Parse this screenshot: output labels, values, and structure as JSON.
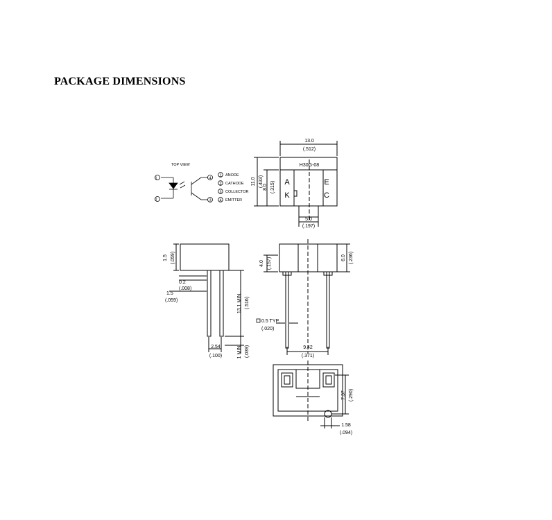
{
  "document": {
    "heading": "PACKAGE DIMENSIONS"
  },
  "schematic": {
    "title": "TOP VIEW",
    "pin_numbers": [
      "1",
      "2",
      "3",
      "4"
    ],
    "pin_names": [
      "ANODE",
      "CATHODE",
      "COLLECTOR",
      "EMITTER"
    ]
  },
  "top_view": {
    "part_number": "H30G-08",
    "width_mm": "13.0",
    "width_in": "(.512)",
    "height_mm": "11.0",
    "height_in": "(.433)",
    "inner_height_mm": "8.0",
    "inner_height_in": "(.315)",
    "slot_mm": "5.0",
    "slot_in": "(.197)",
    "label_a": "A",
    "label_k": "K",
    "label_e": "E",
    "label_c": "C"
  },
  "side_view": {
    "body_height_mm": "1.5",
    "body_height_in": "(.059)",
    "lead_thickness_mm": "0.2",
    "lead_thickness_in": "(.008)",
    "lead_width_mm": "1.5",
    "lead_width_in": "(.059)",
    "lead_length_mm": "13.1 MIN.",
    "lead_length_in": "(.516)",
    "pitch_mm": "2.54",
    "pitch_in": "(.100)",
    "standoff_mm": "1 MIN.",
    "standoff_in": "(.039)"
  },
  "front_view": {
    "height_mm": "4.0",
    "height_in": "(.157)",
    "height2_mm": "6.0",
    "height2_in": "(.236)",
    "lead_sq_mm": "0.5 TYP.",
    "lead_sq_in": "(.020)",
    "lead_span_mm": "9.42",
    "lead_span_in": "(.371)"
  },
  "bottom_view": {
    "depth_mm": "7.37",
    "depth_in": "(.290)",
    "hole_mm": "1.58",
    "hole_in": "(.094)"
  }
}
